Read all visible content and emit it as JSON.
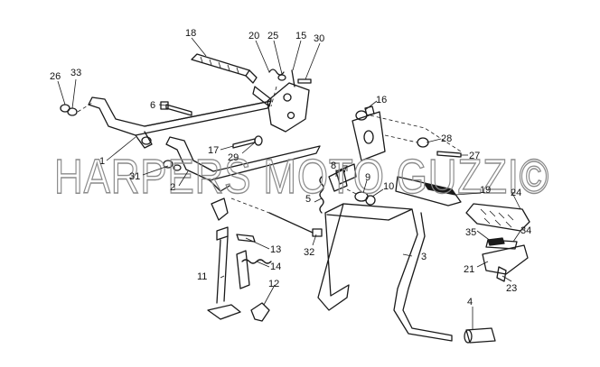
{
  "watermark": "HARPERS MOTO GUZZI©",
  "callouts": [
    {
      "id": "c18",
      "text": "18"
    },
    {
      "id": "c20",
      "text": "20"
    },
    {
      "id": "c25",
      "text": "25"
    },
    {
      "id": "c15",
      "text": "15"
    },
    {
      "id": "c30",
      "text": "30"
    },
    {
      "id": "c26",
      "text": "26"
    },
    {
      "id": "c33",
      "text": "33"
    },
    {
      "id": "c6",
      "text": "6"
    },
    {
      "id": "c16",
      "text": "16"
    },
    {
      "id": "c28",
      "text": "28"
    },
    {
      "id": "c27",
      "text": "27"
    },
    {
      "id": "c1",
      "text": "1"
    },
    {
      "id": "c17",
      "text": "17"
    },
    {
      "id": "c29",
      "text": "29"
    },
    {
      "id": "c31",
      "text": "31"
    },
    {
      "id": "c2",
      "text": "2"
    },
    {
      "id": "c8",
      "text": "8"
    },
    {
      "id": "c7",
      "text": "7"
    },
    {
      "id": "c9",
      "text": "9"
    },
    {
      "id": "c10",
      "text": "10"
    },
    {
      "id": "c5",
      "text": "5"
    },
    {
      "id": "c19",
      "text": "19"
    },
    {
      "id": "c24",
      "text": "24"
    },
    {
      "id": "c35",
      "text": "35"
    },
    {
      "id": "c34",
      "text": "34"
    },
    {
      "id": "c13",
      "text": "13"
    },
    {
      "id": "c32",
      "text": "32"
    },
    {
      "id": "c3",
      "text": "3"
    },
    {
      "id": "c14",
      "text": "14"
    },
    {
      "id": "c11",
      "text": "11"
    },
    {
      "id": "c12",
      "text": "12"
    },
    {
      "id": "c21",
      "text": "21"
    },
    {
      "id": "c23",
      "text": "23"
    },
    {
      "id": "c4",
      "text": "4"
    }
  ]
}
